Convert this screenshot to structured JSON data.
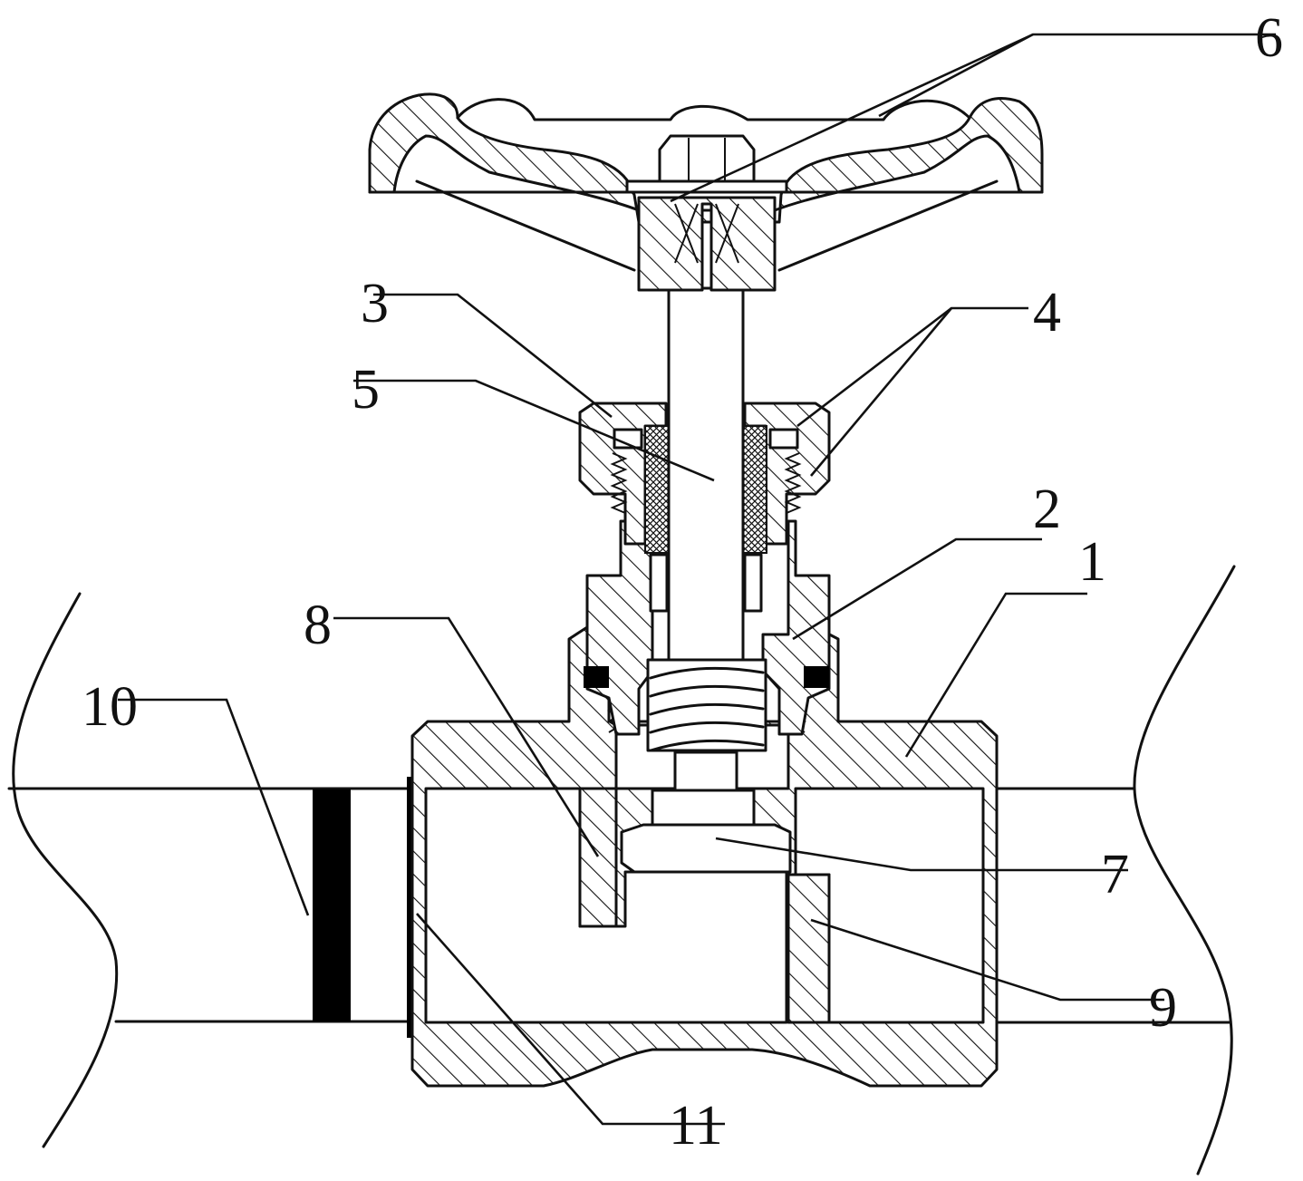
{
  "labels": {
    "l1": "1",
    "l2": "2",
    "l3": "3",
    "l4": "4",
    "l5": "5",
    "l6": "6",
    "l7": "7",
    "l8": "8",
    "l9": "9",
    "l10": "10",
    "l11": "11"
  },
  "colors": {
    "ink": "#111111",
    "background": "#ffffff"
  }
}
